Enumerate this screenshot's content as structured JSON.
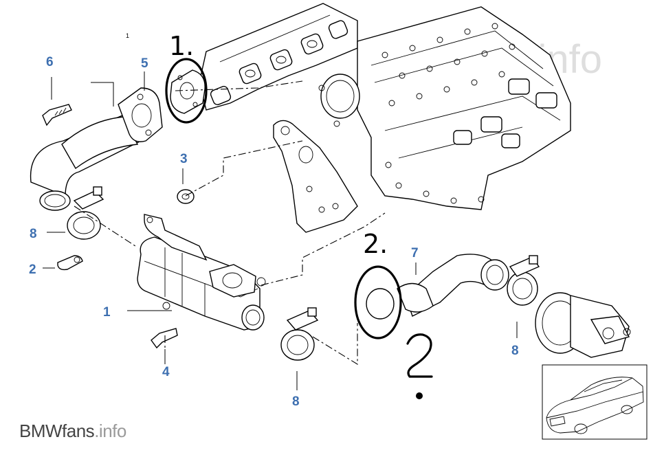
{
  "watermark": "BMWfans.info",
  "footer_logo": {
    "brand": "BMWfans",
    "domain": ".info"
  },
  "part_labels": [
    "6",
    "5",
    "3",
    "8",
    "2",
    "1",
    "4",
    "8",
    "7",
    "8"
  ],
  "small_mark": "1",
  "annotations": {
    "first": "1.",
    "second": "2."
  }
}
